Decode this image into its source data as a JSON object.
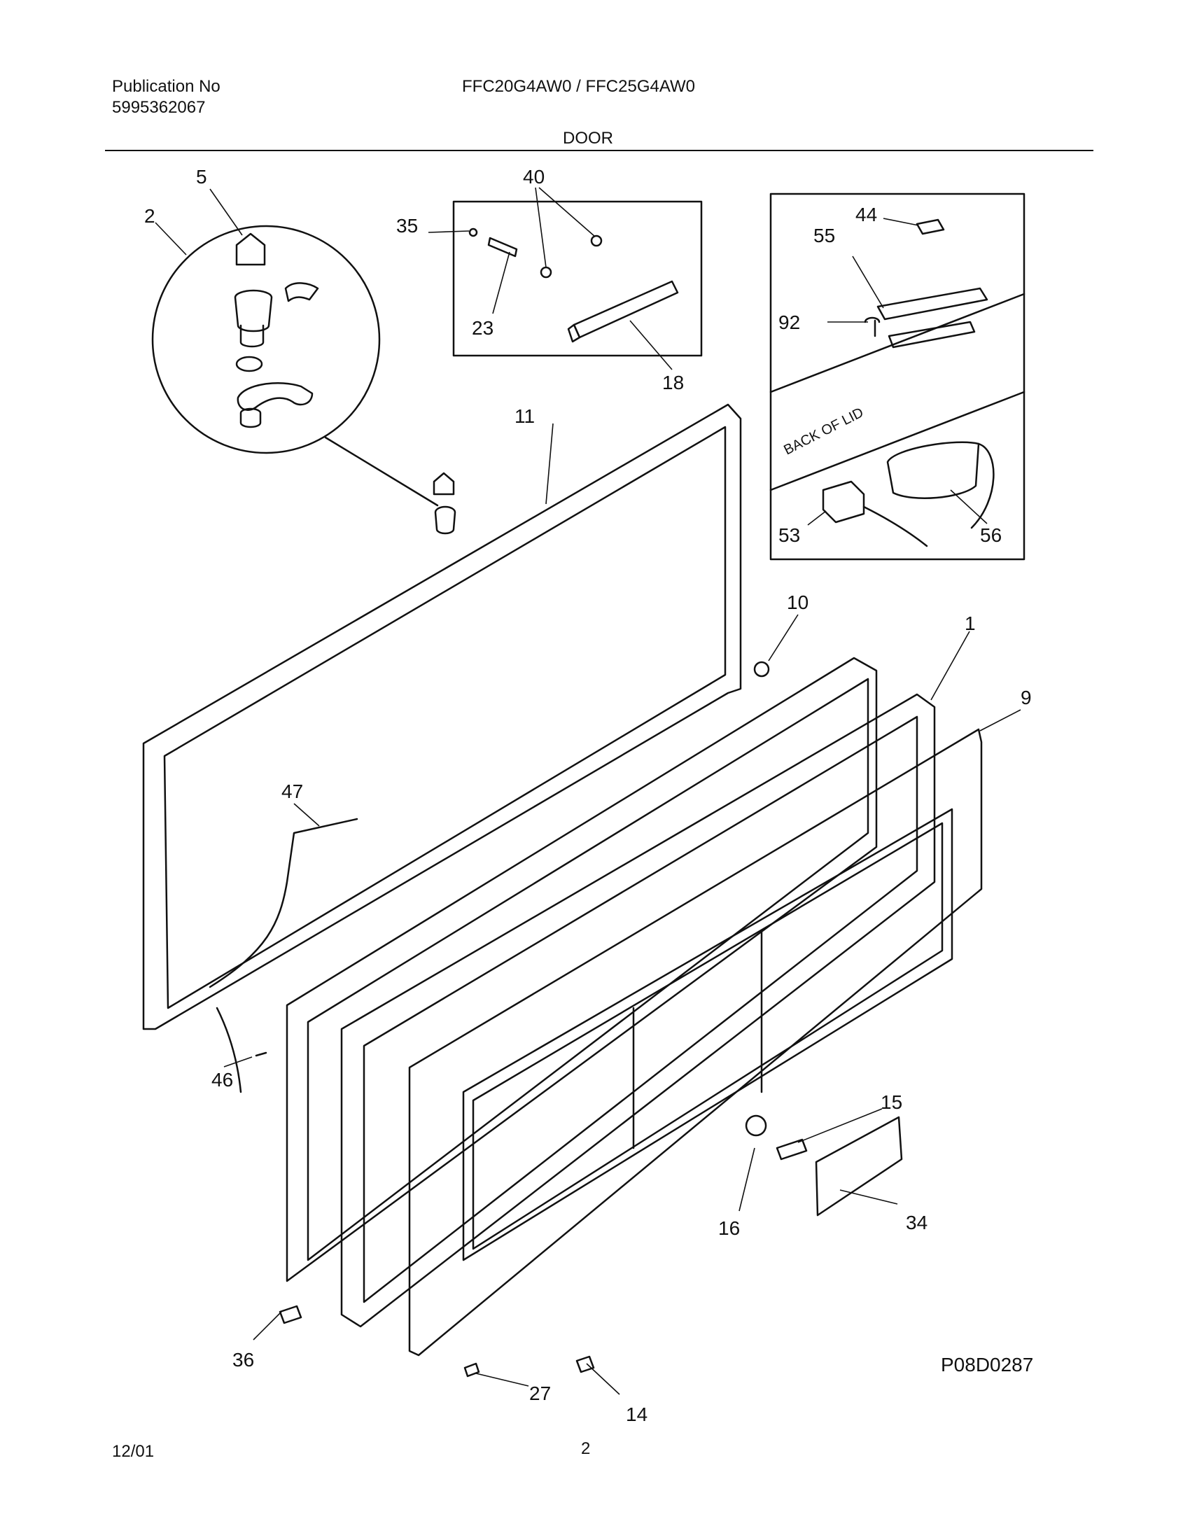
{
  "header": {
    "publication_label": "Publication No",
    "publication_number": "5995362067",
    "models": "FFC20G4AW0 / FFC25G4AW0",
    "section": "DOOR"
  },
  "inset_labels": {
    "back_of_lid": "BACK OF LID"
  },
  "callouts": {
    "c1": "1",
    "c2": "2",
    "c5": "5",
    "c9": "9",
    "c10": "10",
    "c11": "11",
    "c14": "14",
    "c15": "15",
    "c16": "16",
    "c18": "18",
    "c23": "23",
    "c27": "27",
    "c34": "34",
    "c35": "35",
    "c36": "36",
    "c40": "40",
    "c44": "44",
    "c46": "46",
    "c47": "47",
    "c53": "53",
    "c55": "55",
    "c56": "56",
    "c92": "92"
  },
  "footer": {
    "date": "12/01",
    "page": "2",
    "drawing_id": "P08D0287"
  }
}
